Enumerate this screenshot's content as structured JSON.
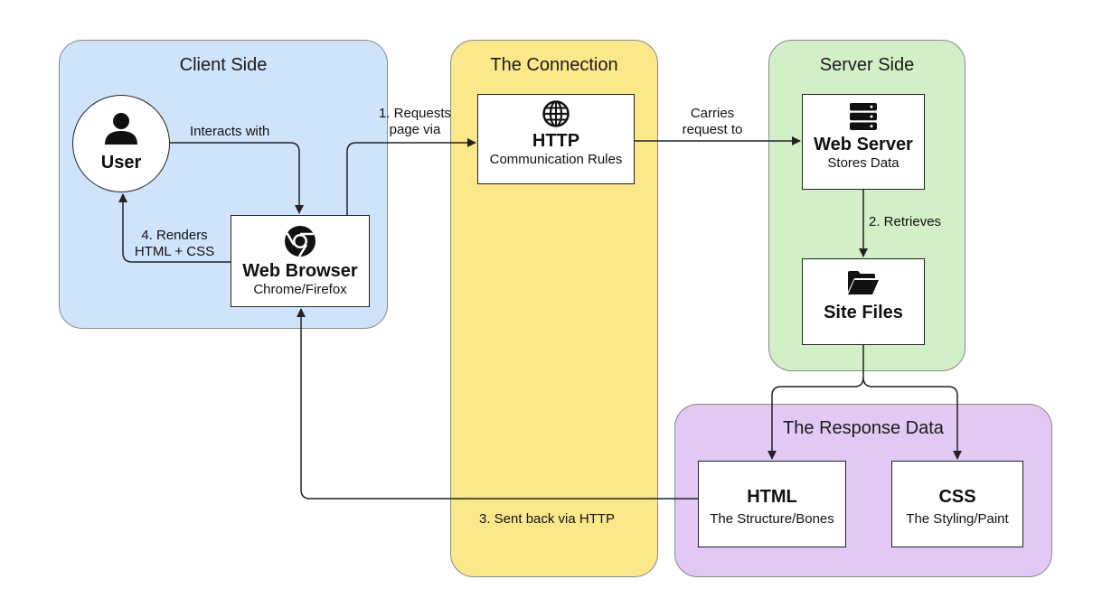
{
  "zones": {
    "client": "Client Side",
    "connection": "The Connection",
    "server": "Server Side",
    "response": "The Response Data"
  },
  "nodes": {
    "user": {
      "title": "User",
      "icon": "person-icon"
    },
    "browser": {
      "title": "Web Browser",
      "subtitle": "Chrome/Firefox",
      "icon": "chrome-icon"
    },
    "http": {
      "title": "HTTP",
      "subtitle": "Communication Rules",
      "icon": "globe-icon"
    },
    "web_server": {
      "title": "Web Server",
      "subtitle": "Stores Data",
      "icon": "server-icon"
    },
    "site_files": {
      "title": "Site Files",
      "icon": "folder-open-icon"
    },
    "html": {
      "title": "HTML",
      "subtitle": "The Structure/Bones"
    },
    "css": {
      "title": "CSS",
      "subtitle": "The Styling/Paint"
    }
  },
  "edges": {
    "interacts": "Interacts with",
    "requests_1": "1. Requests",
    "requests_2": "page via",
    "carries_1": "Carries",
    "carries_2": "request to",
    "retrieves": "2. Retrieves",
    "renders_1": "4. Renders",
    "renders_2": "HTML + CSS",
    "sent_back": "3. Sent back via HTTP"
  },
  "colors": {
    "client": "#cfe3fb",
    "connection": "#fbe88a",
    "server": "#d3efc7",
    "response": "#e2c8f4"
  }
}
